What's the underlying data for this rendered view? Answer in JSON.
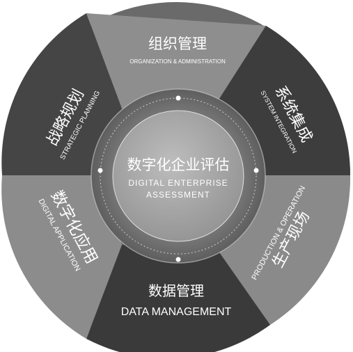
{
  "center": {
    "title_zh": "数字化企业评估",
    "title_en_line1": "DIGITAL ENTERPRISE",
    "title_en_line2": "ASSESSMENT"
  },
  "segments": [
    {
      "key": "org",
      "zh": "组织管理",
      "en": "ORGANIZATION & ADMINISTRATION",
      "color": "#8e8e8e"
    },
    {
      "key": "sys",
      "zh": "系统集成",
      "en": "SYSTEM INTEGRATION",
      "color": "#3d3d3d"
    },
    {
      "key": "prod",
      "zh": "生产现场",
      "en": "PRODUCTION & OPERATION",
      "color": "#8a8a8a"
    },
    {
      "key": "data",
      "zh": "数据管理",
      "en": "DATA MANAGEMENT",
      "color": "#3a3a3a"
    },
    {
      "key": "app",
      "zh": "数字化应用",
      "en": "DIGITAL APPLICATION",
      "color": "#8c8c8c"
    },
    {
      "key": "plan",
      "zh": "战略规划",
      "en": "STRATEGIC PLANNING",
      "color": "#454545"
    }
  ]
}
